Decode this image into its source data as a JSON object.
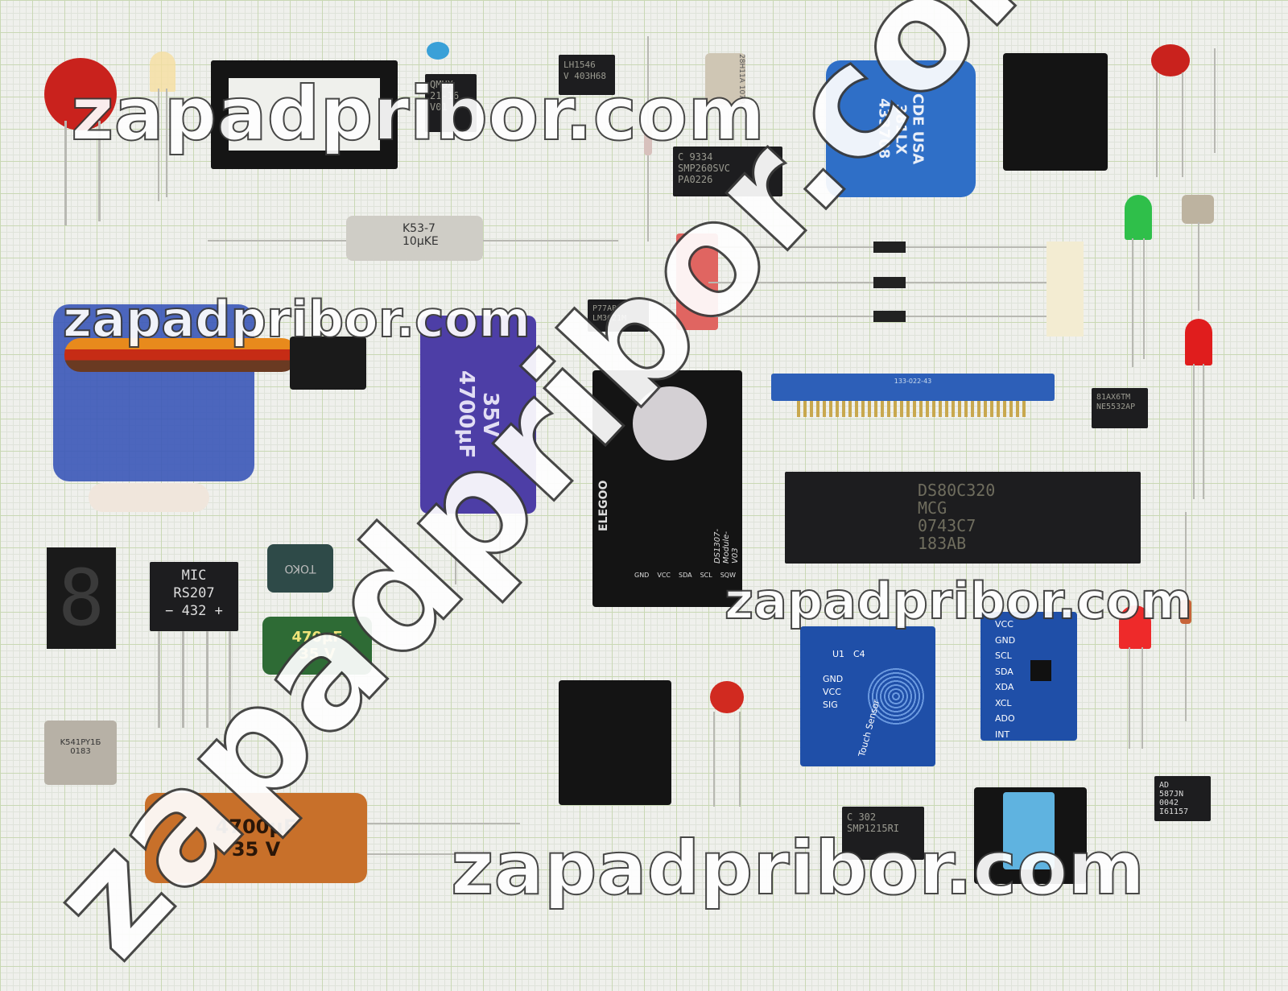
{
  "watermark": "zapadpribor.com",
  "components": {
    "dip_socket": "",
    "opto_chip": [
      "LH1546",
      "V 403H68"
    ],
    "mux_chip": [
      "QMUX",
      "21-16 V01"
    ],
    "metal_chip": [
      "28H11A",
      "1079"
    ],
    "smp_chip": [
      "C 9334",
      "SMP260SVC",
      "PA0226"
    ],
    "blue_cap": [
      "CDE USA",
      "381LX",
      "433708"
    ],
    "film_cap": [
      "K53-7",
      "10μKE"
    ],
    "lm_chip": [
      "P77AB",
      "LM3621M"
    ],
    "purple_cap": [
      "35V",
      "4700μF"
    ],
    "rtc_module": [
      "ELEGOO",
      "DS1307-Module-V03",
      "GND",
      "VCC",
      "SDA",
      "SCL",
      "SQW"
    ],
    "edge_connector": "133-022-43",
    "ne_chip": [
      "81AX6TM",
      "NE5532AP"
    ],
    "dip40_chip": [
      "DS80C320",
      "MCG",
      "0743C7",
      "183AB"
    ],
    "bridge": [
      "MIC",
      "RS207",
      "−  432  +"
    ],
    "inductor": "TOKO",
    "green_cap": [
      "470μF",
      "35 V"
    ],
    "touch_sensor": [
      "GND",
      "VCC",
      "SIG",
      "Touch Sensor",
      "U1",
      "C4"
    ],
    "imu_module": [
      "VCC",
      "GND",
      "SCL",
      "SDA",
      "XDA",
      "XCL",
      "ADO",
      "INT"
    ],
    "soviet_chip": [
      "K541PY1Б",
      "0183"
    ],
    "orange_cap": [
      "4700μF",
      "35 V"
    ],
    "smp121_chip": [
      "C 302",
      "SMP1215RI"
    ],
    "ad_chip": [
      "AD",
      "587JN",
      "0042",
      "I61157"
    ],
    "seven_segment": "8"
  }
}
